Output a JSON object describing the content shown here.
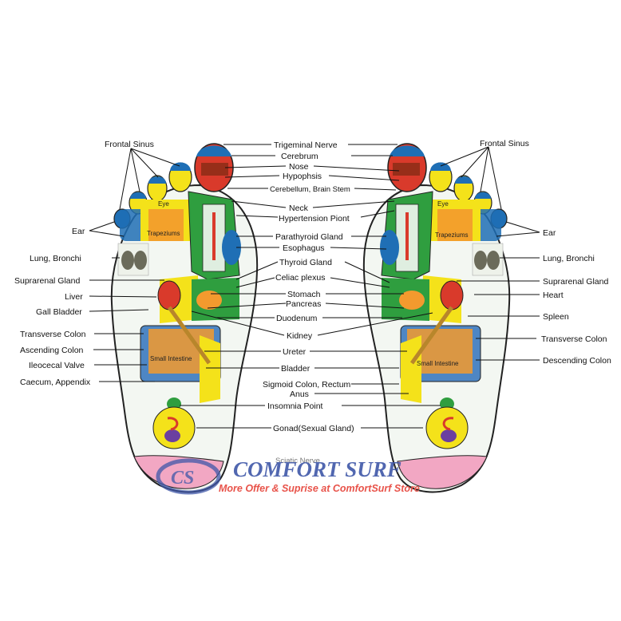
{
  "labels": {
    "frontal_sinus_left": "Frontal Sinus",
    "frontal_sinus_right": "Frontal Sinus",
    "ear_left": "Ear",
    "ear_right": "Ear",
    "lung_left": "Lung, Bronchi",
    "lung_right": "Lung, Bronchi",
    "suprarenal_left": "Suprarenal Gland",
    "suprarenal_right": "Suprarenal Gland",
    "liver": "Liver",
    "heart": "Heart",
    "gall_bladder": "Gall Bladder",
    "spleen": "Spleen",
    "transverse_colon_left": "Transverse Colon",
    "transverse_colon_right": "Transverse Colon",
    "ascending_colon": "Ascending Colon",
    "descending_colon": "Descending Colon",
    "ileocecal_valve": "Ileocecal Valve",
    "caecum": "Caecum, Appendix",
    "trigeminal": "Trigeminal Nerve",
    "cerebrum": "Cerebrum",
    "nose": "Nose",
    "hypophsis": "Hypophsis",
    "cerebellum": "Cerebellum, Brain Stem",
    "neck": "Neck",
    "hypertension": "Hypertension Piont",
    "parathyroid": "Parathyroid Gland",
    "esophagus": "Esophagus",
    "thyroid": "Thyroid Gland",
    "celiac": "Celiac plexus",
    "stomach": "Stomach",
    "pancreas": "Pancreas",
    "duodenum": "Duodenum",
    "kidney": "Kidney",
    "ureter": "Ureter",
    "bladder": "Bladder",
    "sigmoid": "Sigmoid Colon, Rectum",
    "anus": "Anus",
    "insomnia": "Insomnia Point",
    "gonad": "Gonad(Sexual Gland)",
    "sciatic": "Sciatic Nerve"
  },
  "inner_labels": {
    "eye_left": "Eye",
    "eye_right": "Eye",
    "trapeziums_left": "Trapeziums",
    "trapeziums_right": "Trapeziums",
    "small_intestine_left": "Small Intestine",
    "small_intestine_right": "Small Intestine"
  },
  "watermark": {
    "brand": "COMFORT SURF",
    "tagline": "More Offer & Suprise at ComfortSurf Store",
    "logo_letters": "CS"
  },
  "colors": {
    "outline": "#222222",
    "toe_blue": "#1f6fb5",
    "toe_red": "#d93a2b",
    "yellow": "#f4e21a",
    "green": "#2f9e3f",
    "orange": "#f39a2e",
    "heel_pink": "#f2a7c3",
    "brand_blue": "#3f57a8",
    "brand_red": "#e8534a"
  }
}
